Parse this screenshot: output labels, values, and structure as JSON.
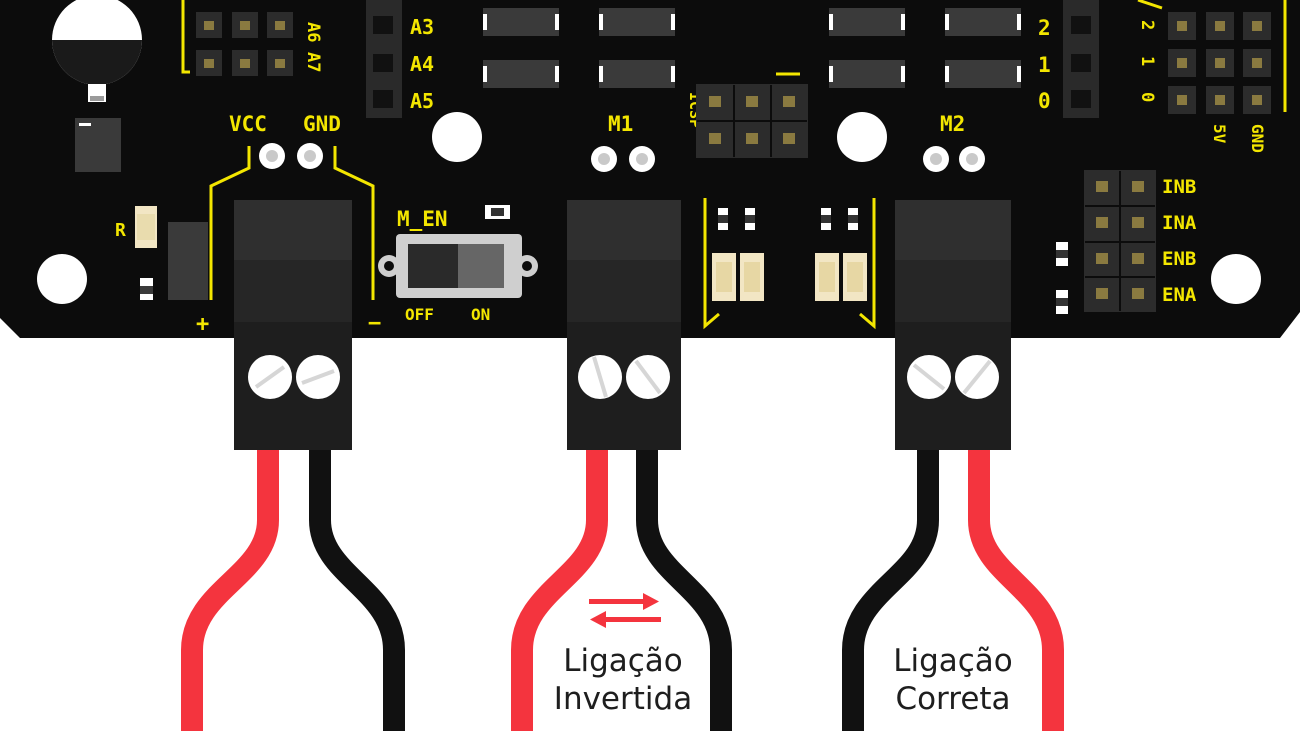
{
  "board": {
    "analog_pins": [
      "A3",
      "A4",
      "A5"
    ],
    "digital_pins": [
      "2",
      "1",
      "0"
    ],
    "right_header_pins": [
      "2",
      "1",
      "0"
    ],
    "top_left_pins": [
      "A6",
      "A7"
    ],
    "power_labels": {
      "vcc": "VCC",
      "gnd": "GND"
    },
    "polarity": {
      "plus": "+",
      "minus": "−"
    },
    "resistor_label": "R",
    "motor_labels": {
      "m1": "M1",
      "m2": "M2"
    },
    "icsp_label": "ICSP",
    "switch": {
      "label": "M_EN",
      "off": "OFF",
      "on": "ON"
    },
    "control_pins": [
      "INB",
      "INA",
      "ENB",
      "ENA"
    ],
    "header_labels": {
      "v5": "5V",
      "gnd": "GND"
    }
  },
  "wires": {
    "colors": {
      "red": "#f4343e",
      "black": "#111111",
      "board": "#0c0c0c",
      "silk": "#f3e600"
    }
  },
  "captions": {
    "inverted": {
      "line1": "Ligação",
      "line2": "Invertida"
    },
    "correct": {
      "line1": "Ligação",
      "line2": "Correta"
    }
  }
}
